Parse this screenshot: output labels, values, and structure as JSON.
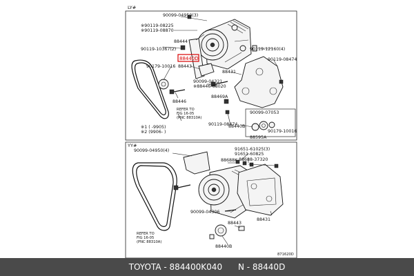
{
  "sections": {
    "top": "LY#",
    "bottom": "YY#"
  },
  "labels_top": [
    "90099-04950(3)",
    "※90119-08225",
    "※90119-08870",
    "88444",
    "90119-10367(2)",
    "88440D",
    "90119-12160(4)",
    "90119-08474",
    "90179-10016",
    "88443",
    "88431",
    "90099-04321",
    "※88446-68020",
    "88446",
    "88469A",
    "90119-08474",
    "88440B",
    "90099-07053",
    "90179-10016",
    "88595A"
  ],
  "ref_top": [
    "REFER TO",
    "FIG 16-05",
    "(PNC 88310A)"
  ],
  "legend": [
    "※1  (  -9905)",
    "※2 (9906-   )"
  ],
  "labels_bottom": [
    "90099-04950(4)",
    "91651-61025(3)",
    "91651-60825",
    "88688K",
    "88688-37320",
    "90099-04306",
    "88431",
    "88443",
    "88440B"
  ],
  "ref_bottom": [
    "REFER TO",
    "FIG 16-05",
    "(PNC 88310A)"
  ],
  "catalog_code": "871620D",
  "caption": "TOYOTA - 884400K040      N - 88440D",
  "colors": {
    "highlight_box": "#d80000",
    "caption_bg": "#4a4a4a",
    "caption_text": "#ffffff"
  }
}
